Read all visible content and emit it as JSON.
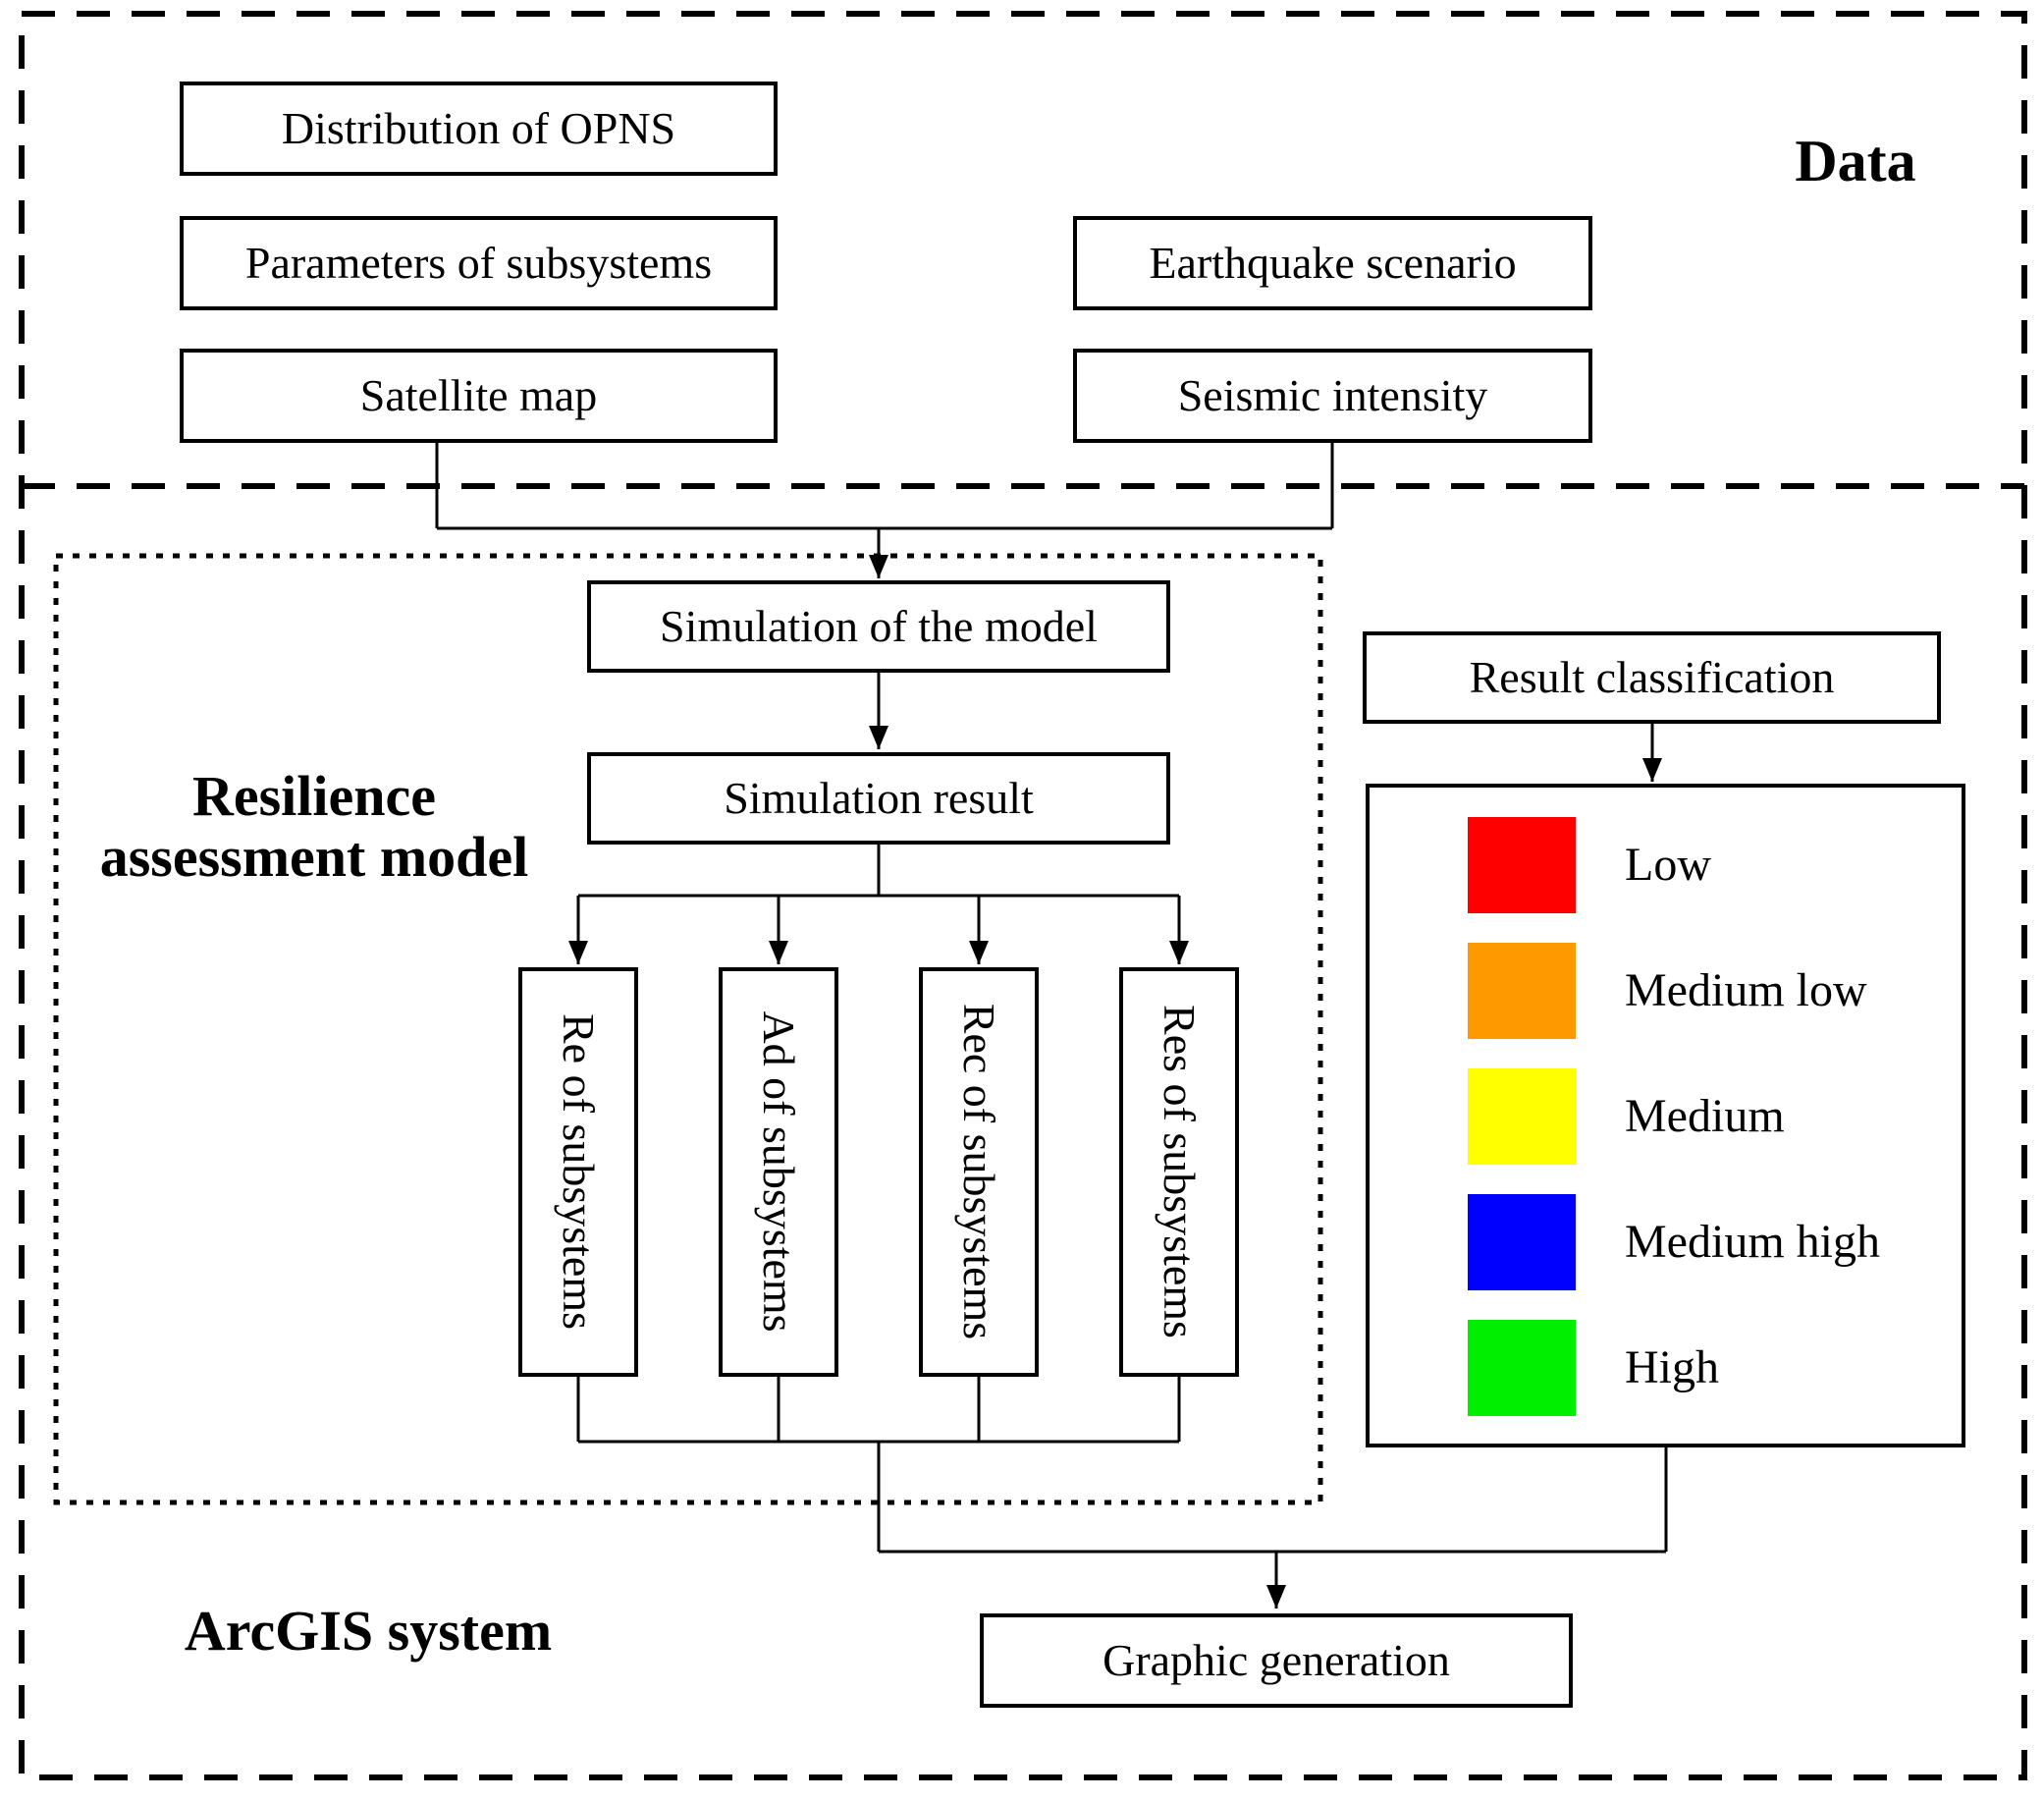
{
  "style": {
    "line_color": "#000000",
    "background": "#FFFFFF"
  },
  "sections": {
    "data": {
      "label": "Data",
      "boxes": {
        "distribution": "Distribution of OPNS",
        "parameters": "Parameters of subsystems",
        "satellite": "Satellite map",
        "earthquake": "Earthquake scenario",
        "seismic": "Seismic intensity"
      }
    },
    "resilience_model": {
      "label_line1": "Resilience",
      "label_line2": "assessment model",
      "boxes": {
        "simulation_model": "Simulation of the model",
        "simulation_result": "Simulation result"
      },
      "subsystem_outputs": [
        "Re of subsystems",
        "Ad of subsystems",
        "Rec of subsystems",
        "Res of subsystems"
      ]
    },
    "classification": {
      "box_label": "Result classification",
      "legend": [
        {
          "label": "Low",
          "color": "#FF0000"
        },
        {
          "label": "Medium low",
          "color": "#FF9900"
        },
        {
          "label": "Medium",
          "color": "#FFFF00"
        },
        {
          "label": "Medium high",
          "color": "#0000FF"
        },
        {
          "label": "High",
          "color": "#00EE00"
        }
      ]
    },
    "arcgis": {
      "label": "ArcGIS system",
      "boxes": {
        "graphic_generation": "Graphic generation"
      }
    }
  }
}
